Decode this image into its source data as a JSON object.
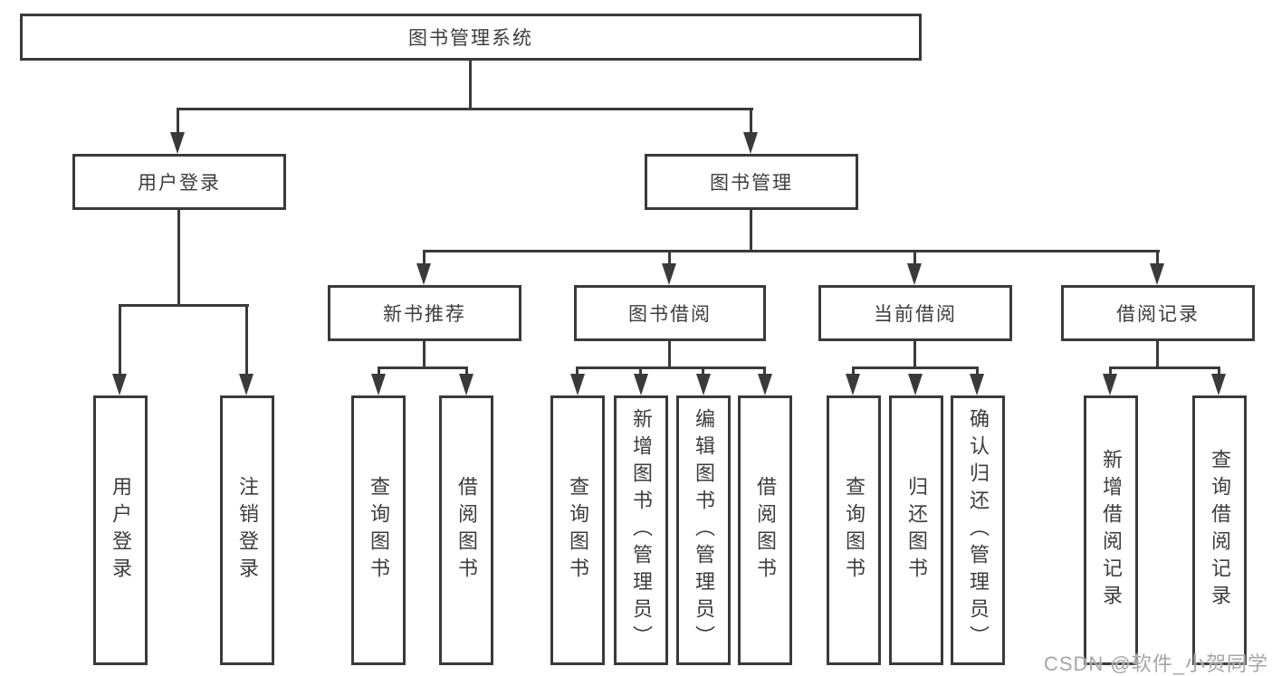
{
  "diagram": {
    "type": "hierarchy-flowchart",
    "title": "图书管理系统",
    "branches": {
      "user_login": {
        "label": "用户登录",
        "children": [
          {
            "label": "用户登录"
          },
          {
            "label": "注销登录"
          }
        ]
      },
      "book_management": {
        "label": "图书管理",
        "children": [
          {
            "label": "新书推荐",
            "children": [
              {
                "label": "查询图书"
              },
              {
                "label": "借阅图书"
              }
            ]
          },
          {
            "label": "图书借阅",
            "children": [
              {
                "label": "查询图书"
              },
              {
                "label": "新增图书（管理员）"
              },
              {
                "label": "编辑图书（管理员）"
              },
              {
                "label": "借阅图书"
              }
            ]
          },
          {
            "label": "当前借阅",
            "children": [
              {
                "label": "查询图书"
              },
              {
                "label": "归还图书"
              },
              {
                "label": "确认归还（管理员）"
              }
            ]
          },
          {
            "label": "借阅记录",
            "children": [
              {
                "label": "新增借阅记录"
              },
              {
                "label": "查询借阅记录"
              }
            ]
          }
        ]
      }
    }
  },
  "watermark": {
    "text": "CSDN @软件_小贺同学"
  },
  "colors": {
    "line": "#3a3a3a",
    "text": "#3d3d3d",
    "background": "#ffffff",
    "watermark": "#a6a6a6"
  }
}
